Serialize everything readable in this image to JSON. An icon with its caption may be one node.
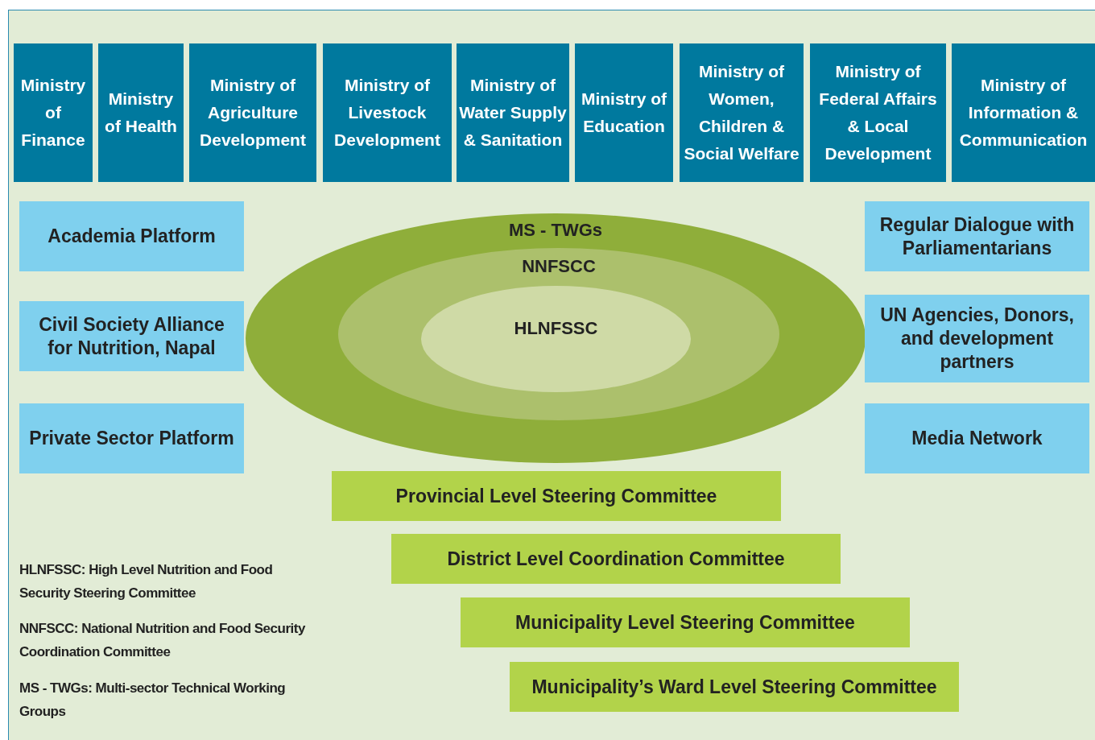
{
  "diagram": {
    "nodes": [
      {
        "text": [
          "Ministry of Finance"
        ]
      },
      {
        "text": [
          "Ministry of Health"
        ]
      },
      {
        "text": [
          "Ministry of Agriculture Development"
        ]
      },
      {
        "text": [
          "Ministry of Livestock Development"
        ]
      },
      {
        "text": [
          "Ministry of Water Supply & Sanitation"
        ]
      },
      {
        "text": [
          "Ministry of Education"
        ]
      },
      {
        "text": [
          "Ministry of Women, Children & Social Welfare"
        ]
      },
      {
        "text": [
          "Ministry of Federal Affairs & Local Development"
        ]
      },
      {
        "text": [
          "Ministry of Information & Communication"
        ]
      },
      {
        "text": [
          "Academia Platform"
        ]
      },
      {
        "text": [
          "MS - TWGs"
        ]
      },
      {
        "text": [
          "NNFSCC"
        ],
        "in": 10
      },
      {
        "text": [
          "HLNFSSC"
        ],
        "in": 11
      },
      {
        "text": [
          "Regular Dialogue with Parliamentarians"
        ]
      },
      {
        "text": [
          "Civil Society Alliance for Nutrition, Napal"
        ]
      },
      {
        "text": [
          "UN Agencies, Donors, and development partners"
        ]
      },
      {
        "text": [
          "Private Sector Platform"
        ]
      },
      {
        "text": [
          "Media Network"
        ]
      },
      {
        "text": [
          "Provincial Level Steering Committee"
        ]
      },
      {
        "text": [
          "District Level Coordination Committee"
        ]
      },
      {
        "text": [
          "Municipality Level Steering Committee"
        ]
      },
      {
        "text": [
          "Municipality’s Ward Level Steering Committee"
        ]
      }
    ],
    "edges": [],
    "labels": [
      "HLNFSSC: High Level Nutrition and Food Security Steering Committee",
      "NNFSCC: National Nutrition and Food Security Coordination Committee",
      "MS - TWGs: Multi-sector Technical Working Groups"
    ]
  }
}
